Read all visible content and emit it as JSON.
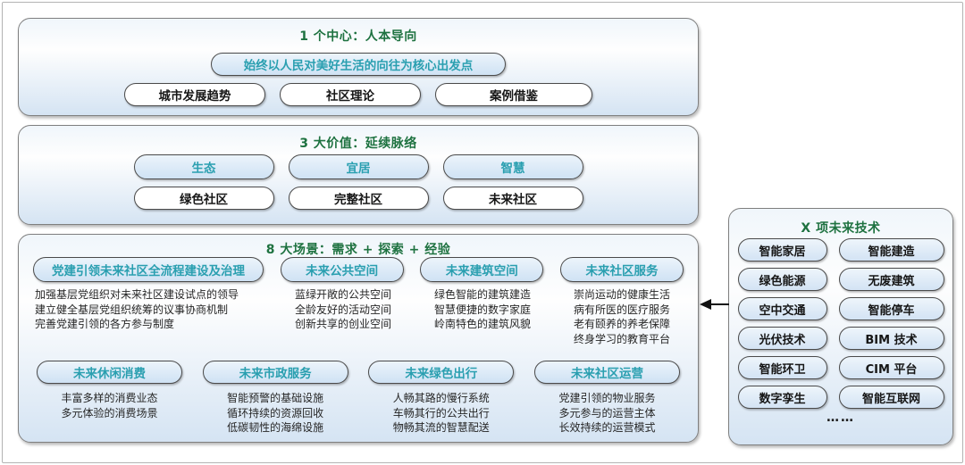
{
  "colors": {
    "title_green": "#1E7240",
    "accent_teal": "#2A9FB0",
    "panel_fill_bottom": "#D5E4F3",
    "pill_fill": "#CFE2F4",
    "border_gray": "#7F7F7F"
  },
  "center": {
    "title": "1 个中心：人本导向",
    "highlight": "始终以人民对美好生活的向往为核心出发点",
    "items": [
      "城市发展趋势",
      "社区理论",
      "案例借鉴"
    ]
  },
  "values": {
    "title": "3 大价值：延续脉络",
    "top": [
      "生态",
      "宜居",
      "智慧"
    ],
    "bottom": [
      "绿色社区",
      "完整社区",
      "未来社区"
    ]
  },
  "scenarios": {
    "title": "8 大场景：需求 + 探索 + 经验",
    "row1": [
      {
        "label": "党建引领未来社区全流程建设及治理",
        "details": [
          "加强基层党组织对未来社区建设试点的领导",
          "建立健全基层党组织统筹的议事协商机制",
          "完善党建引领的各方参与制度"
        ]
      },
      {
        "label": "未来公共空间",
        "details": [
          "蓝绿开敞的公共空间",
          "全龄友好的活动空间",
          "创新共享的创业空间"
        ]
      },
      {
        "label": "未来建筑空间",
        "details": [
          "绿色智能的建筑建造",
          "智慧便捷的数字家庭",
          "岭南特色的建筑风貌"
        ]
      },
      {
        "label": "未来社区服务",
        "details": [
          "崇尚运动的健康生活",
          "病有所医的医疗服务",
          "老有颐养的养老保障",
          "终身学习的教育平台"
        ]
      }
    ],
    "row2": [
      {
        "label": "未来休闲消费",
        "details": [
          "丰富多样的消费业态",
          "多元体验的消费场景"
        ]
      },
      {
        "label": "未来市政服务",
        "details": [
          "智能预警的基础设施",
          "循环持续的资源回收",
          "低碳韧性的海绵设施"
        ]
      },
      {
        "label": "未来绿色出行",
        "details": [
          "人畅其路的慢行系统",
          "车畅其行的公共出行",
          "物畅其流的智慧配送"
        ]
      },
      {
        "label": "未来社区运营",
        "details": [
          "党建引领的物业服务",
          "多元参与的运营主体",
          "长效持续的运营模式"
        ]
      }
    ]
  },
  "tech": {
    "title": "X 项未来技术",
    "items": [
      "智能家居",
      "智能建造",
      "绿色能源",
      "无废建筑",
      "空中交通",
      "智能停车",
      "光伏技术",
      "BIM 技术",
      "智能环卫",
      "CIM 平台",
      "数字孪生",
      "智能互联网"
    ],
    "ellipsis": "……"
  }
}
